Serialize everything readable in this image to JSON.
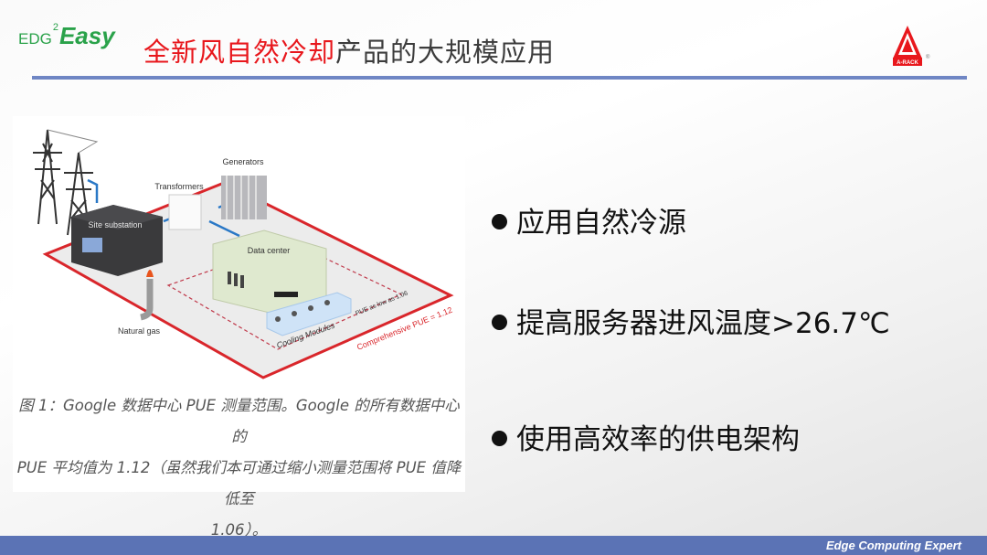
{
  "header": {
    "logo_left": {
      "prefix": "EDG",
      "main": "Easy",
      "superscript": "2"
    },
    "title_highlight": "全新风自然冷却",
    "title_rest": "产品的大规模应用",
    "logo_right": "A-RACK"
  },
  "figure": {
    "labels": {
      "generators": "Generators",
      "transformers": "Transformers",
      "site_substation": "Site substation",
      "data_center": "Data center",
      "natural_gas": "Natural gas",
      "cooling_modules": "Cooling Modules",
      "pue_low": "PUE as low as 1.06",
      "pue_comprehensive": "Comprehensive PUE = 1.12"
    },
    "caption_lines": [
      "图 1：Google 数据中心 PUE 测量范围。Google 的所有数据中心的",
      "PUE 平均值为 1.12（虽然我们本可通过缩小测量范围将 PUE 值降低至",
      "1.06）。"
    ]
  },
  "bullets": [
    "应用自然冷源",
    "提高服务器进风温度>26.7℃",
    "使用高效率的供电架构"
  ],
  "footer": {
    "tagline": "Edge Computing Expert"
  },
  "colors": {
    "accent_red": "#e8171c",
    "rule_blue": "#6f86c4",
    "footer_blue": "#5b73b5",
    "logo_green": "#2aa24a"
  }
}
